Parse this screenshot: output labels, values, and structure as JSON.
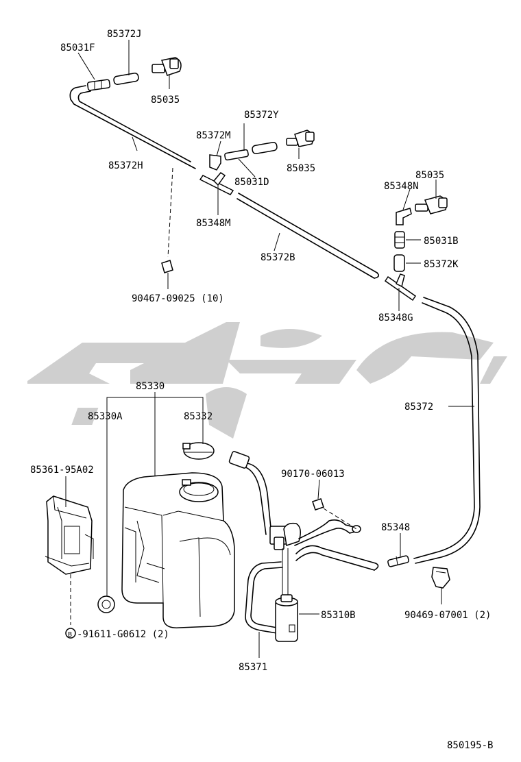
{
  "diagram_id": "850195-B",
  "parts": {
    "p85031F": "85031F",
    "p85372J": "85372J",
    "p85035_a": "85035",
    "p85372H": "85372H",
    "p85372Y": "85372Y",
    "p85372M": "85372M",
    "p85031D": "85031D",
    "p85035_b": "85035",
    "p85348M": "85348M",
    "p85372B": "85372B",
    "p90467": "90467-09025 (10)",
    "p85035_c": "85035",
    "p85348N": "85348N",
    "p85031B": "85031B",
    "p85372K": "85372K",
    "p85348G": "85348G",
    "p85372": "85372",
    "p85330": "85330",
    "p85330A": "85330A",
    "p85332": "85332",
    "p85361": "85361-95A02",
    "p90170": "90170-06013",
    "p85348": "85348",
    "p85310B": "85310B",
    "p90469": "90469-07001 (2)",
    "p91611": "-91611-G0612 (2)",
    "p85371": "85371",
    "bolt_marker": "B"
  }
}
